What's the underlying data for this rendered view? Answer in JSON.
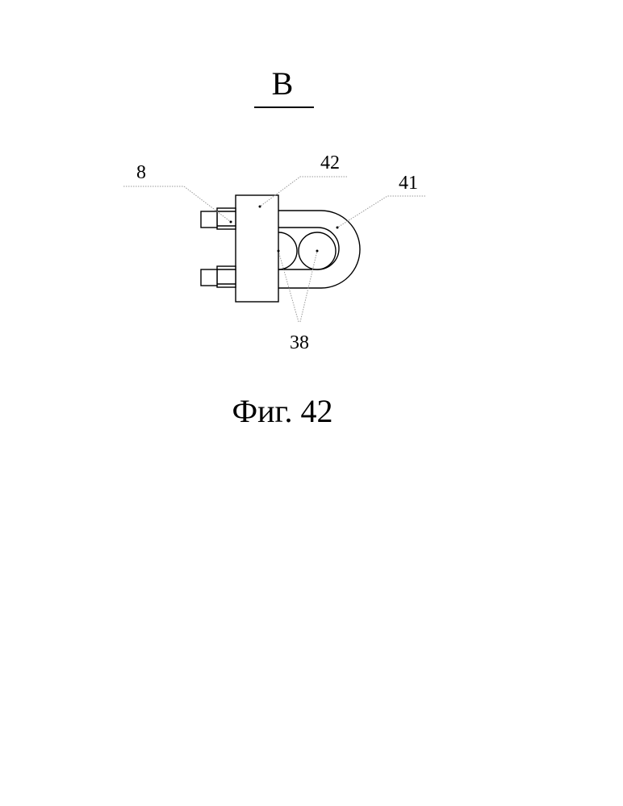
{
  "view_label": "B",
  "callouts": {
    "bolt": "8",
    "clamp_block": "42",
    "u_bolt": "41",
    "wires": "38"
  },
  "figure_caption": "Фиг. 42",
  "colors": {
    "line": "#000000",
    "leader": "#9a9a9a",
    "background": "#ffffff"
  }
}
